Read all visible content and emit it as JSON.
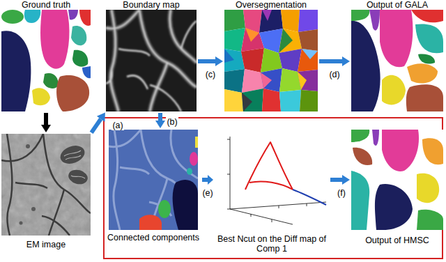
{
  "diagram": {
    "nodes": [
      {
        "text": [
          "Ground truth"
        ]
      },
      {
        "text": [
          "Boundary map"
        ]
      },
      {
        "text": [
          "Oversegmentation"
        ]
      },
      {
        "text": [
          "Output of GALA"
        ]
      },
      {
        "text": [
          "EM image"
        ]
      },
      {
        "text": [
          "Connected components"
        ]
      },
      {
        "text": [
          "Best Ncut on the Diff map of Comp 1"
        ]
      },
      {
        "text": [
          "Output of HMSC"
        ]
      }
    ],
    "edges": [
      {
        "from": 0,
        "to": 4,
        "arrow": "to"
      },
      {
        "from": 4,
        "to": 1,
        "label": "(a)",
        "arrow": "to"
      },
      {
        "from": 1,
        "to": 5,
        "label": "(b)",
        "arrow": "to"
      },
      {
        "from": 1,
        "to": 2,
        "label": "(c)",
        "arrow": "to"
      },
      {
        "from": 2,
        "to": 3,
        "label": "(d)",
        "arrow": "to"
      },
      {
        "from": 5,
        "to": 6,
        "label": "(e)",
        "arrow": "to"
      },
      {
        "from": 6,
        "to": 7,
        "label": "(f)",
        "arrow": "to"
      }
    ]
  }
}
